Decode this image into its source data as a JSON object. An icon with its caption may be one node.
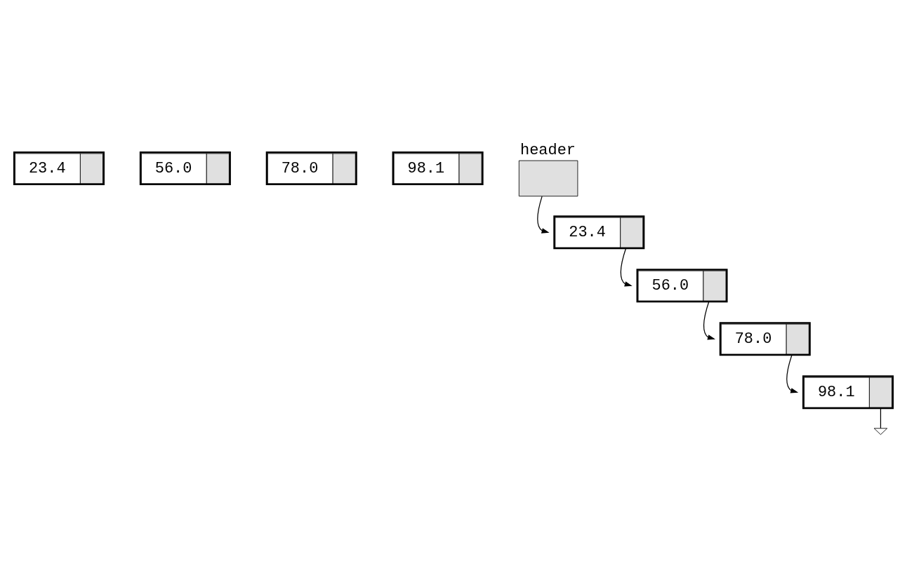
{
  "diagram": {
    "nodes": [
      {
        "text": [
          "23.4"
        ]
      },
      {
        "text": [
          "56.0"
        ]
      },
      {
        "text": [
          "78.0"
        ]
      },
      {
        "text": [
          "98.1"
        ]
      },
      {
        "text": [
          "header"
        ]
      },
      {
        "text": [
          "23.4"
        ]
      },
      {
        "text": [
          "56.0"
        ]
      },
      {
        "text": [
          "78.0"
        ]
      },
      {
        "text": [
          "98.1"
        ]
      },
      {
        "text": [],
        "shape": "ground"
      }
    ],
    "edges": [
      {
        "from": 4,
        "to": 5,
        "arrow": "to"
      },
      {
        "from": 5,
        "to": 6,
        "arrow": "to"
      },
      {
        "from": 6,
        "to": 7,
        "arrow": "to"
      },
      {
        "from": 7,
        "to": 8,
        "arrow": "to"
      },
      {
        "from": 8,
        "to": 9,
        "arrow": "none"
      }
    ]
  }
}
